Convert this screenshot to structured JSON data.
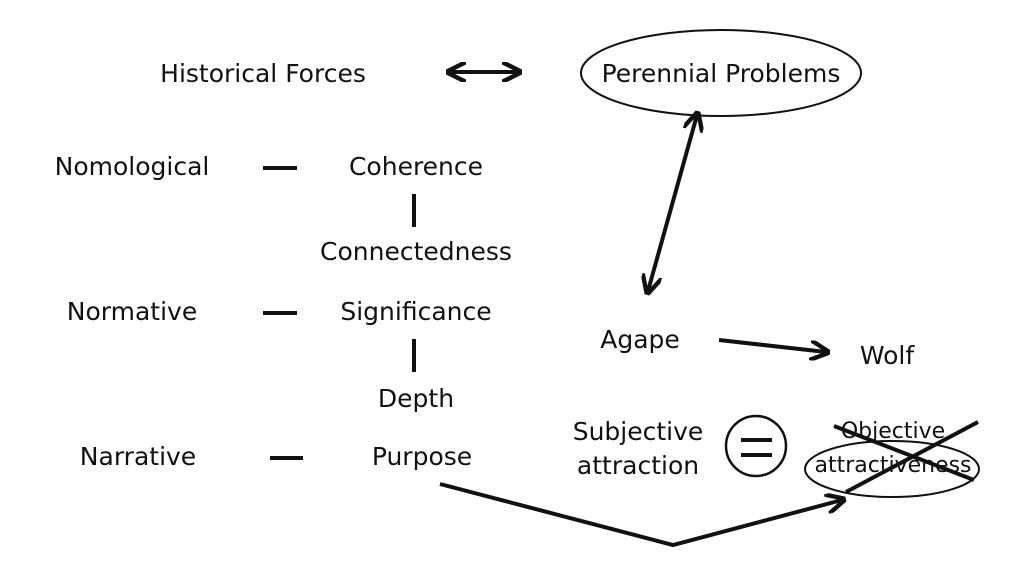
{
  "top": {
    "historical_forces": "Historical Forces",
    "perennial_problems": "Perennial Problems"
  },
  "left_column": {
    "nomological": "Nomological",
    "normative": "Normative",
    "narrative": "Narrative"
  },
  "middle_column": {
    "coherence": "Coherence",
    "connectedness": "Connectedness",
    "significance": "Significance",
    "depth": "Depth",
    "purpose": "Purpose"
  },
  "right_side": {
    "agape": "Agape",
    "wolf": "Wolf",
    "subjective_line1": "Subjective",
    "subjective_line2": "attraction",
    "objective_line1": "Objective",
    "objective_line2": "attractiveness"
  },
  "colors": {
    "ink": "#111111",
    "background": "#ffffff"
  }
}
